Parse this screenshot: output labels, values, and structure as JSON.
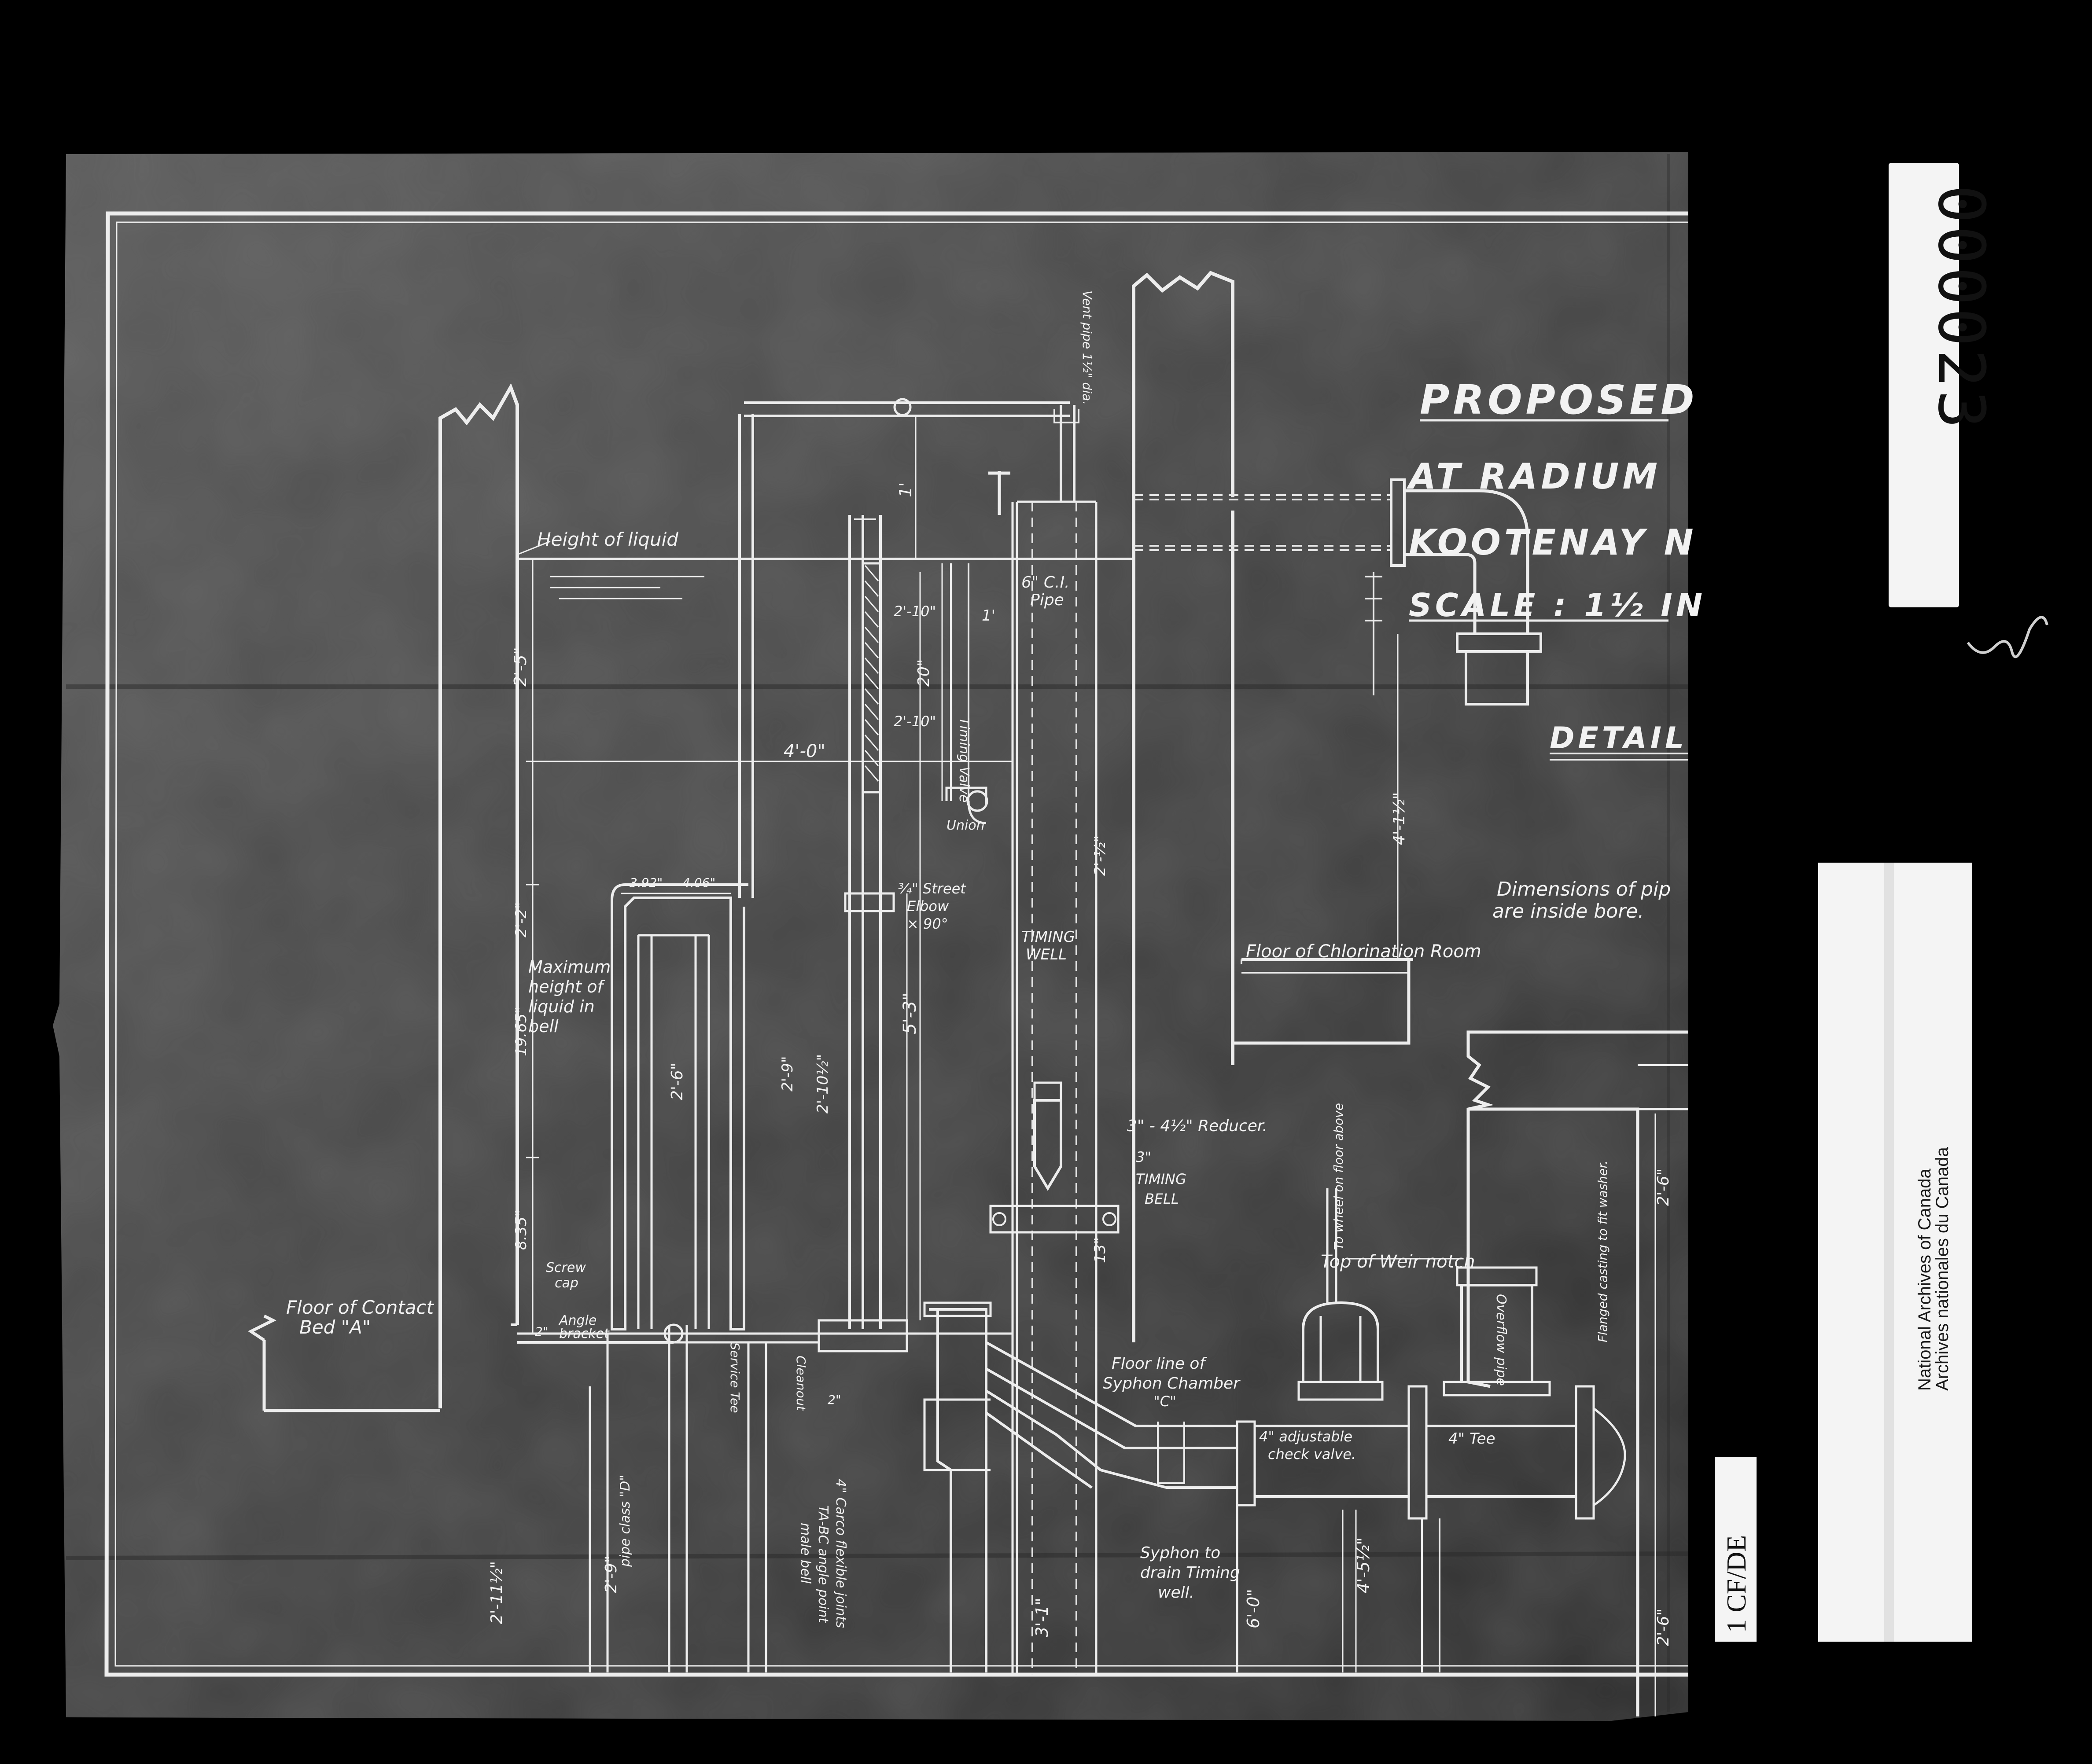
{
  "title": {
    "line1": "PROPOSED",
    "line2": "AT RADIUM",
    "line3": "KOOTENAY N",
    "line4": "SCALE : 1½ IN",
    "detail": "DETAIL"
  },
  "notes": {
    "dimensions_1": "Dimensions of pip",
    "dimensions_2": "are inside bore."
  },
  "labels": {
    "height_of_liquid": "Height of liquid",
    "max_height_1": "Maximum",
    "max_height_2": "height of",
    "max_height_3": "liquid in",
    "max_height_4": "bell",
    "floor_contact_1": "Floor of Contact",
    "floor_contact_2": "Bed \"A\"",
    "screw_cap_1": "Screw",
    "screw_cap_2": "cap",
    "angle_1": "Angle",
    "angle_2": "bracket",
    "ci_pipe_1": "6\" C.I.",
    "ci_pipe_2": "Pipe",
    "timing_valve_1": "Timing",
    "timing_valve_2": "Valve",
    "union": "Union",
    "street_elbow_1": "¾\" Street",
    "street_elbow_2": "Elbow",
    "street_elbow_3": "× 90°",
    "timing_well_1": "TIMING",
    "timing_well_2": "WELL",
    "floor_chlorination": "Floor of Chlorination Room",
    "reducer": "3\" - 4½\" Reducer.",
    "timing_bell_1": "3\"",
    "timing_bell_2": "TIMING",
    "timing_bell_3": "BELL",
    "top_weir": "Top of Weir notch",
    "to_wheel": "To wheel on floor above",
    "overflow_1": "Overflow",
    "overflow_2": "pipe",
    "floor_syphon_1": "Floor line of",
    "floor_syphon_2": "Syphon Chamber",
    "floor_syphon_3": "\"C\"",
    "check_valve_1": "4\" adjustable",
    "check_valve_2": "check valve.",
    "tee": "4\" Tee",
    "flanged": "Flanged casting to fit washer.",
    "syphon_drain_1": "Syphon to",
    "syphon_drain_2": "drain Timing",
    "syphon_drain_3": "well.",
    "service_tee": "Service Tee",
    "flexible_joints_1": "4\" Carco flexible joints",
    "flexible_joints_2": "TA-BC angle point",
    "flexible_joints_3": "male bell",
    "pipe_class": "pipe class \"D\"",
    "cleanout": "Cleanout"
  },
  "dimensions": {
    "d_1a": "1'",
    "d_2_5": "2'-5\"",
    "d_4_0": "4'-0\"",
    "d_20": "20\"",
    "d_2_10a": "2'-10\"",
    "d_2_10b": "2'-10\"",
    "d_1b": "1'",
    "d_392": "3.92\"",
    "d_406": "4.06\"",
    "d_2_2": "2'-2\"",
    "d_1965": "19.65\"",
    "d_2_6": "2'-6\"",
    "d_2_9": "2'-9\"",
    "d_2_10c": "2'-10½\"",
    "d_5_3": "5'-3\"",
    "d_2_12": "2'-½\"",
    "d_4_12": "4'-1½\"",
    "d_835": "8.35\"",
    "d_13": "13\"",
    "d_2_6b": "2'-6\"",
    "d_2_6c": "2'-6\"",
    "d_6_0": "6'-0\"",
    "d_4_5": "4'-5½\"",
    "d_3_1": "3'-1\"",
    "d_2_11": "2'-11½\"",
    "d_2_9b": "2'-9\"",
    "d_2": "2\"",
    "d_2b": "2\"",
    "d_vent": "Vent pipe 1½\" dia."
  },
  "archive": {
    "frame_number": "000023",
    "name_en": "National Archives of Canada",
    "name_fr": "Archives nationales du Canada",
    "reference": "1 CF/DE"
  }
}
